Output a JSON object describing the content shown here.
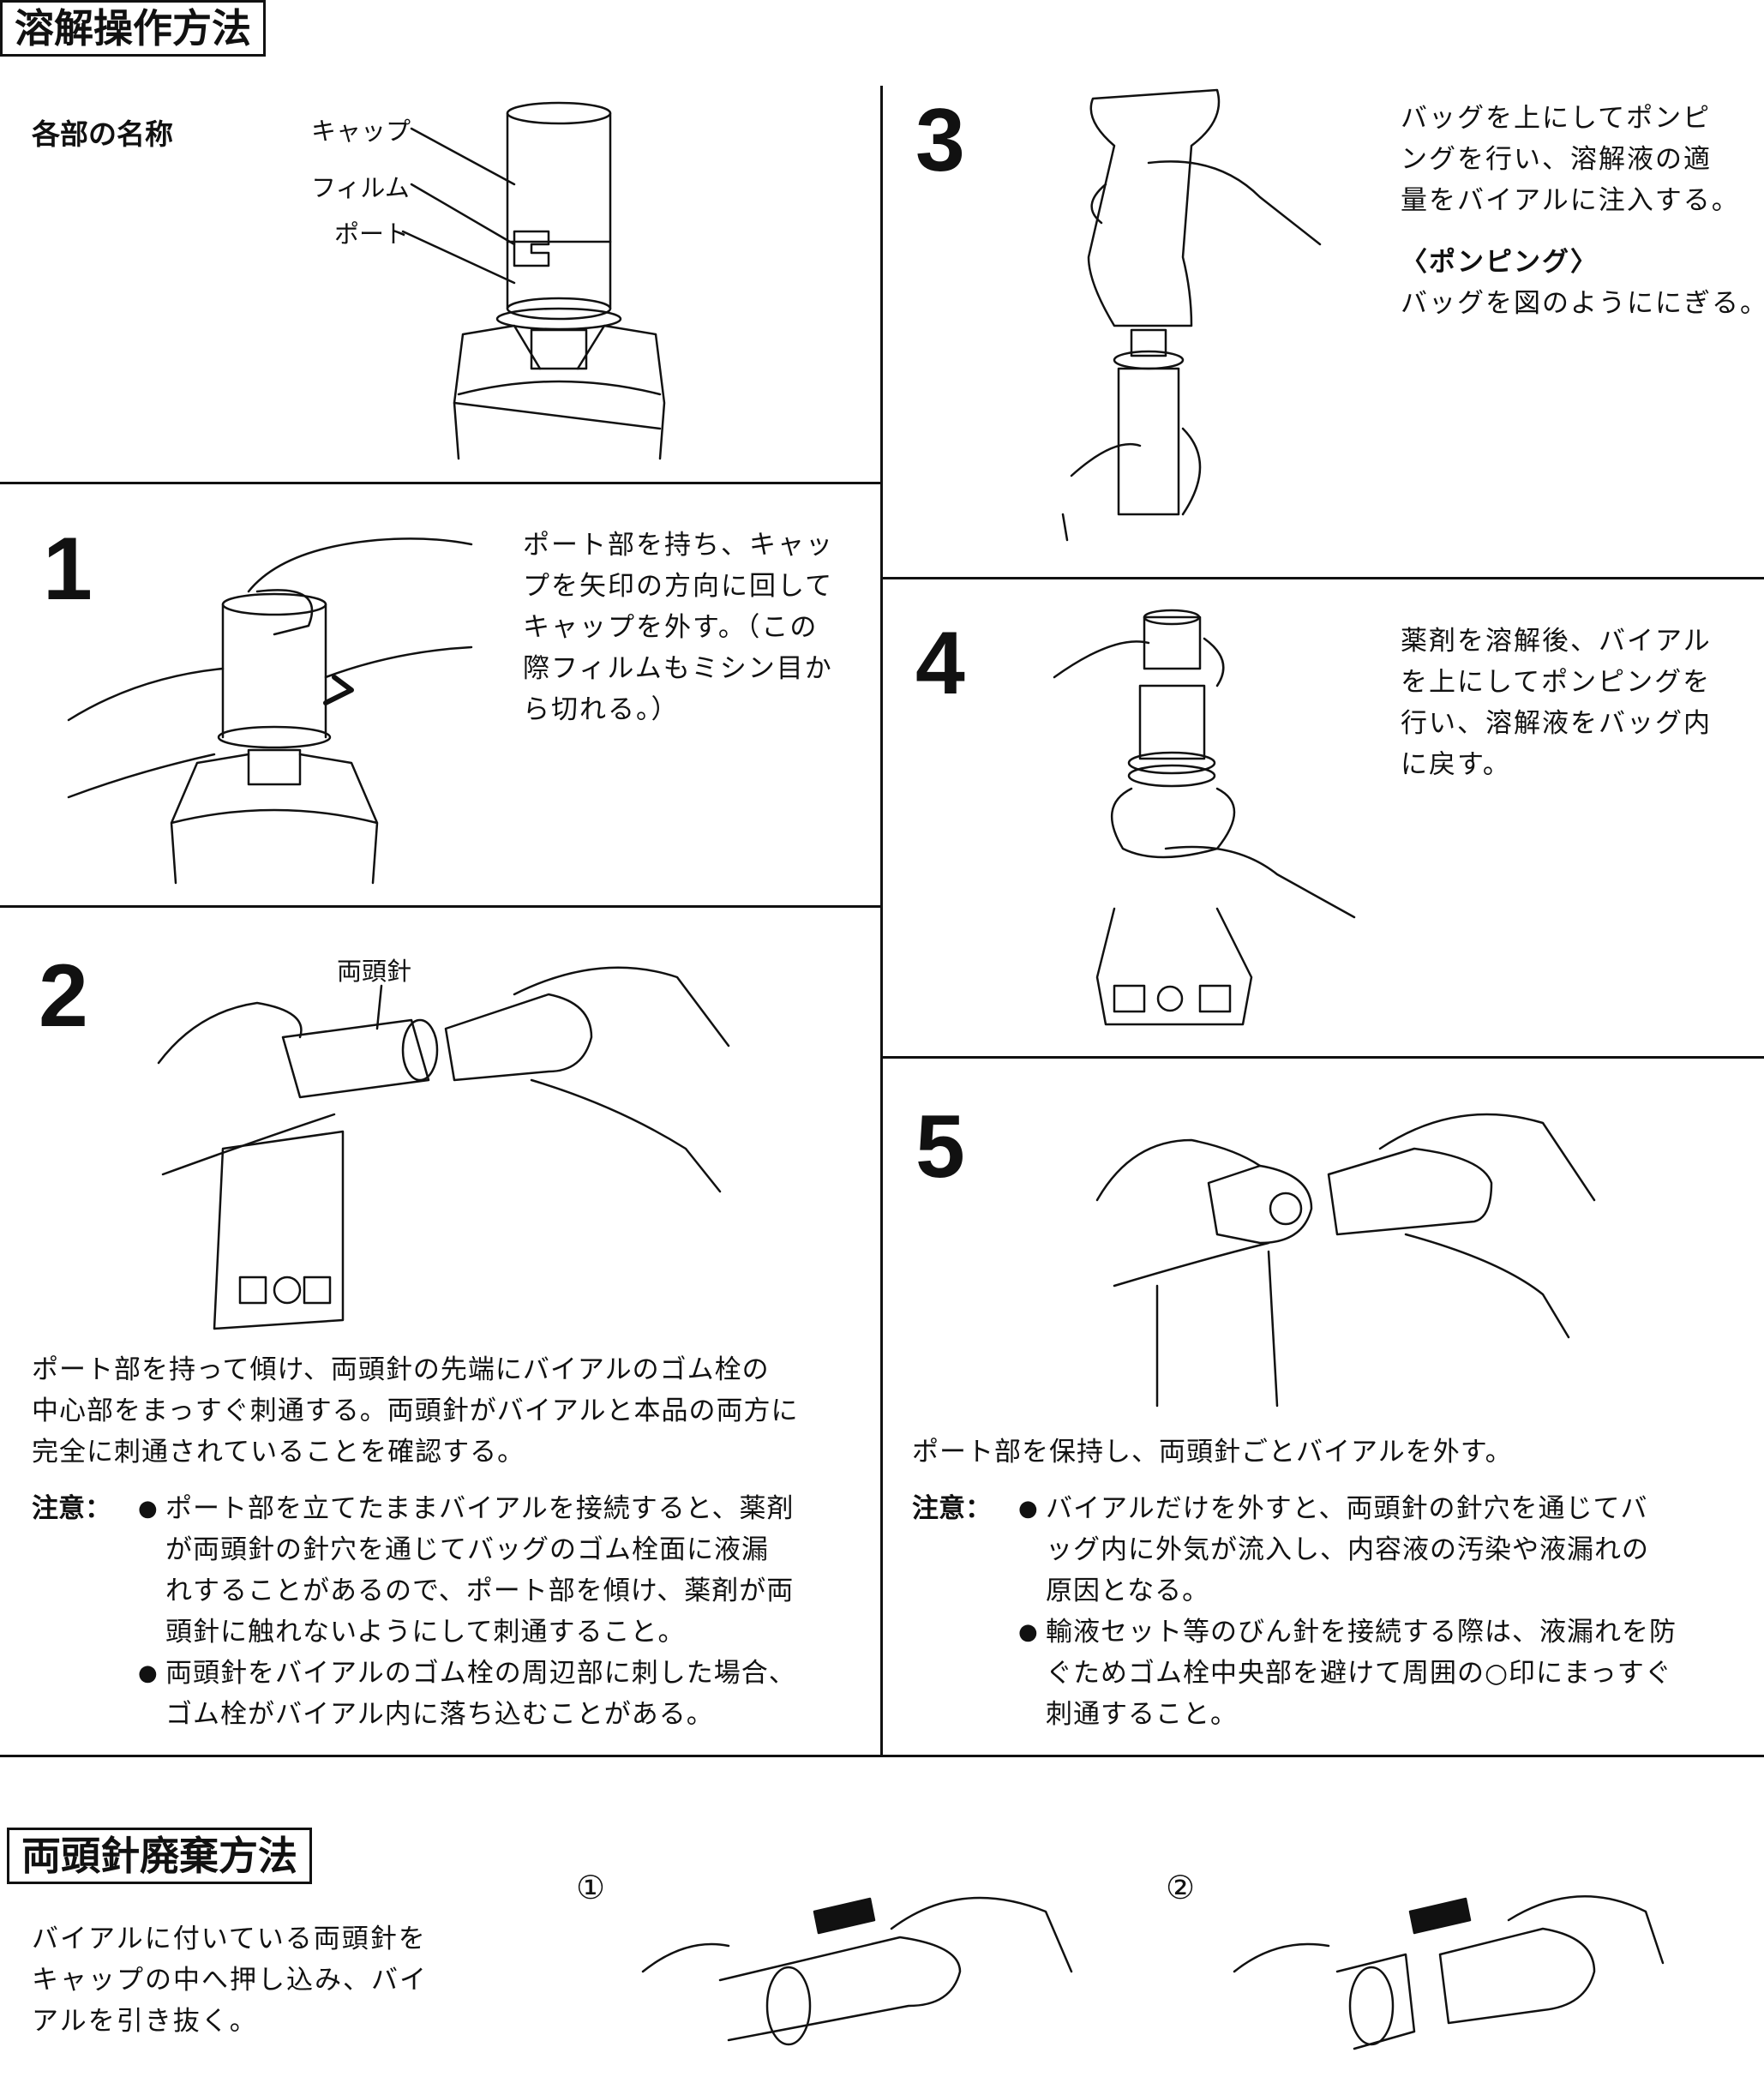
{
  "section1": {
    "title": "溶解操作方法"
  },
  "parts": {
    "heading": "各部の名称",
    "labels": [
      "キャップ",
      "フィルム",
      "ポート"
    ]
  },
  "step1": {
    "number": "1",
    "lines": [
      "ポート部を持ち、キャッ",
      "プを矢印の方向に回して",
      "キャップを外す。（この",
      "際フィルムもミシン目か",
      "ら切れる。）"
    ]
  },
  "step2": {
    "number": "2",
    "needle_label": "両頭針",
    "lines": [
      "ポート部を持って傾け、両頭針の先端にバイアルのゴム栓の",
      "中心部をまっすぐ刺通する。両頭針がバイアルと本品の両方に",
      "完全に刺通されていることを確認する。"
    ],
    "caution_label": "注意：",
    "cautions": [
      [
        "ポート部を立てたままバイアルを接続すると、薬剤",
        "が両頭針の針穴を通じてバッグのゴム栓面に液漏",
        "れすることがあるので、ポート部を傾け、薬剤が両",
        "頭針に触れないようにして刺通すること。"
      ],
      [
        "両頭針をバイアルのゴム栓の周辺部に刺した場合、",
        "ゴム栓がバイアル内に落ち込むことがある。"
      ]
    ]
  },
  "step3": {
    "number": "3",
    "lines": [
      "バッグを上にしてポンピ",
      "ングを行い、溶解液の適",
      "量をバイアルに注入する。"
    ],
    "pumping_heading": "〈ポンピング〉",
    "pumping_text": "バッグを図のようににぎる。"
  },
  "step4": {
    "number": "4",
    "lines": [
      "薬剤を溶解後、バイアル",
      "を上にしてポンピングを",
      "行い、溶解液をバッグ内",
      "に戻す。"
    ]
  },
  "step5": {
    "number": "5",
    "lines": [
      "ポート部を保持し、両頭針ごとバイアルを外す。"
    ],
    "caution_label": "注意：",
    "cautions": [
      [
        "バイアルだけを外すと、両頭針の針穴を通じてバ",
        "ッグ内に外気が流入し、内容液の汚染や液漏れの",
        "原因となる。"
      ],
      [
        "輸液セット等のびん針を接続する際は、液漏れを防",
        "ぐためゴム栓中央部を避けて周囲の○印にまっすぐ",
        "刺通すること。"
      ]
    ]
  },
  "section2": {
    "title": "両頭針廃棄方法",
    "lines": [
      "バイアルに付いている両頭針を",
      "キャップの中へ押し込み、バイ",
      "アルを引き抜く。"
    ],
    "markers": [
      "①",
      "②"
    ]
  }
}
